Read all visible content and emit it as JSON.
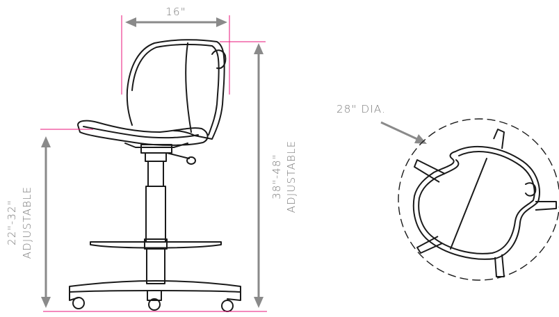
{
  "labels": {
    "width": "16\"",
    "seat_height_value": "22\"-32\"",
    "seat_height_note": "ADJUSTABLE",
    "overall_height_value": "38\"-48\"",
    "overall_height_note": "ADJUSTABLE",
    "base_diameter": "28\" DIA."
  },
  "colors": {
    "dimension_line": "#8a8a8a",
    "accent": "#e8137a",
    "outline": "#1a1a1a"
  }
}
